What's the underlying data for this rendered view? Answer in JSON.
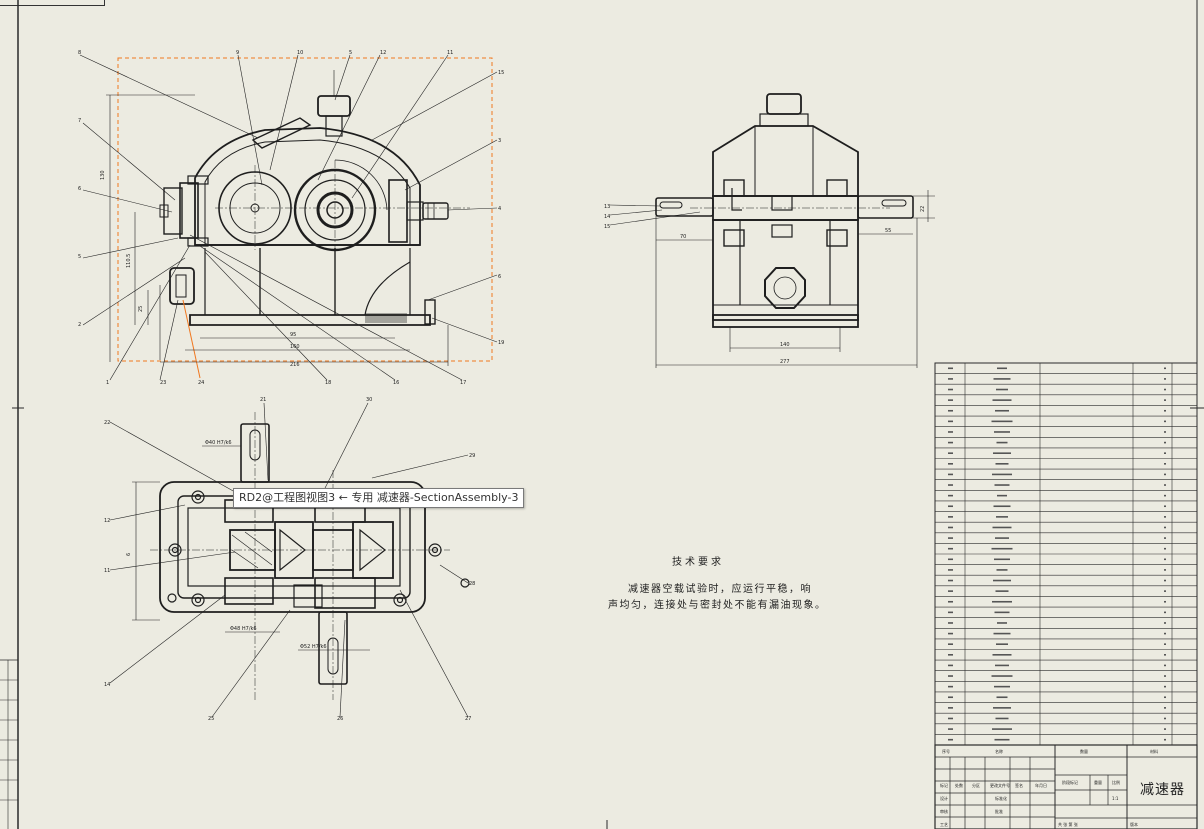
{
  "tooltip": {
    "text": "RD2@工程图视图3 ← 专用 减速器-SectionAssembly-3"
  },
  "tech_notes": {
    "title": "技术要求",
    "line1": "减速器空载试验时，应运行平稳，响",
    "line2": "声均匀，连接处与密封处不能有漏油现象。"
  },
  "title_block": {
    "part_name": "减速器"
  },
  "colors": {
    "background": "#ecebe1",
    "line": "#1e1e1e",
    "selection": "#f07820"
  }
}
